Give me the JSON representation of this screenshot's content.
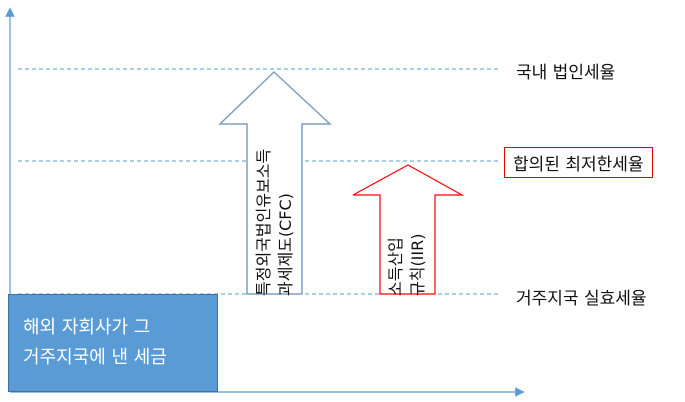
{
  "levels": {
    "domestic_rate": "국내 법인세율",
    "agreed_min_rate": "합의된 최저한세율",
    "residence_rate": "거주지국 실효세율"
  },
  "base_box": {
    "line1": "해외 자회사가 그",
    "line2": "거주지국에 낸 세금"
  },
  "cfc_arrow": {
    "line1": "특정외국법인유보소득",
    "line2": "과세제도(CFC)"
  },
  "iir_arrow": {
    "line1": "소득산입",
    "line2": "규칙(IIR)"
  },
  "colors": {
    "axis": "#5b9bd5",
    "box": "#5b9bd5",
    "cfc": "#7f9fbf",
    "iir": "#ff0000",
    "highlight": "#e00000"
  }
}
